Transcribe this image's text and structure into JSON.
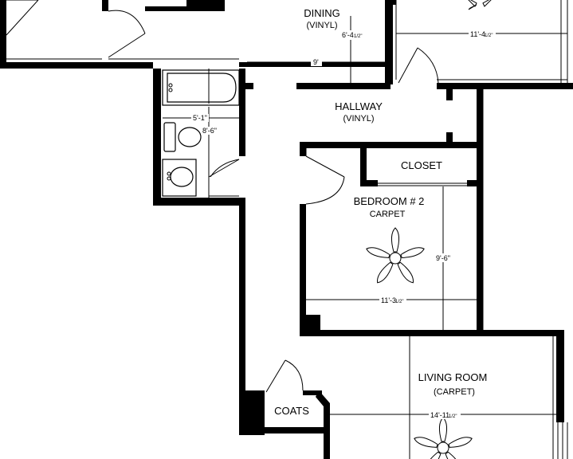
{
  "rooms": {
    "dining": {
      "name": "DINING",
      "floor": "(VINYL)"
    },
    "hallway": {
      "name": "HALLWAY",
      "floor": "(VINYL)"
    },
    "closet": {
      "name": "CLOSET"
    },
    "bedroom2": {
      "name": "BEDROOM # 2",
      "floor": "CARPET"
    },
    "living_room": {
      "name": "LIVING ROOM",
      "floor": "(CARPET)"
    },
    "coats": {
      "name": "COATS"
    }
  },
  "dimensions": {
    "dining_depth": "6'-4",
    "dining_depth_frac": "1/2\"",
    "dining_width": "9'",
    "top_right_width": "11'-4",
    "top_right_width_frac": "1/2\"",
    "bath_width": "5'-1\"",
    "bath_depth": "8'-6\"",
    "bedroom_width": "11'-3",
    "bedroom_width_frac": "1/2\"",
    "bedroom_depth": "9'-6\"",
    "living_width": "14'-11",
    "living_width_frac": "1/2\""
  }
}
